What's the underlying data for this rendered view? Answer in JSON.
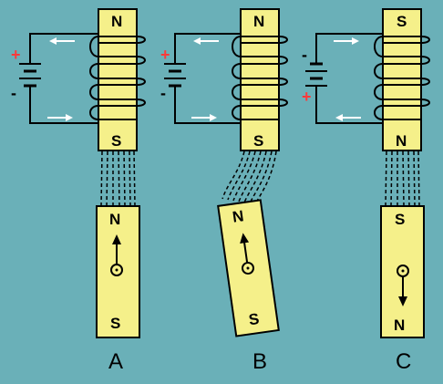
{
  "colors": {
    "background": "#6ab0b8",
    "magnet": "#f5f08a",
    "wire": "#000000",
    "arrow": "#ffffff",
    "plus_sign": "#ff3a3a"
  },
  "panels": [
    {
      "id": "A",
      "label": "A",
      "core_top_pole": "N",
      "core_bottom_pole": "S",
      "magnet_top_pole": "N",
      "magnet_bottom_pole": "S",
      "battery_top_sign": "+",
      "battery_bottom_sign": "-",
      "needle": "up"
    },
    {
      "id": "B",
      "label": "B",
      "core_top_pole": "N",
      "core_bottom_pole": "S",
      "magnet_top_pole": "N",
      "magnet_bottom_pole": "S",
      "battery_top_sign": "+",
      "battery_bottom_sign": "-",
      "needle": "up"
    },
    {
      "id": "C",
      "label": "C",
      "core_top_pole": "S",
      "core_bottom_pole": "N",
      "magnet_top_pole": "S",
      "magnet_bottom_pole": "N",
      "battery_top_sign": "-",
      "battery_bottom_sign": "+",
      "needle": "down"
    }
  ]
}
